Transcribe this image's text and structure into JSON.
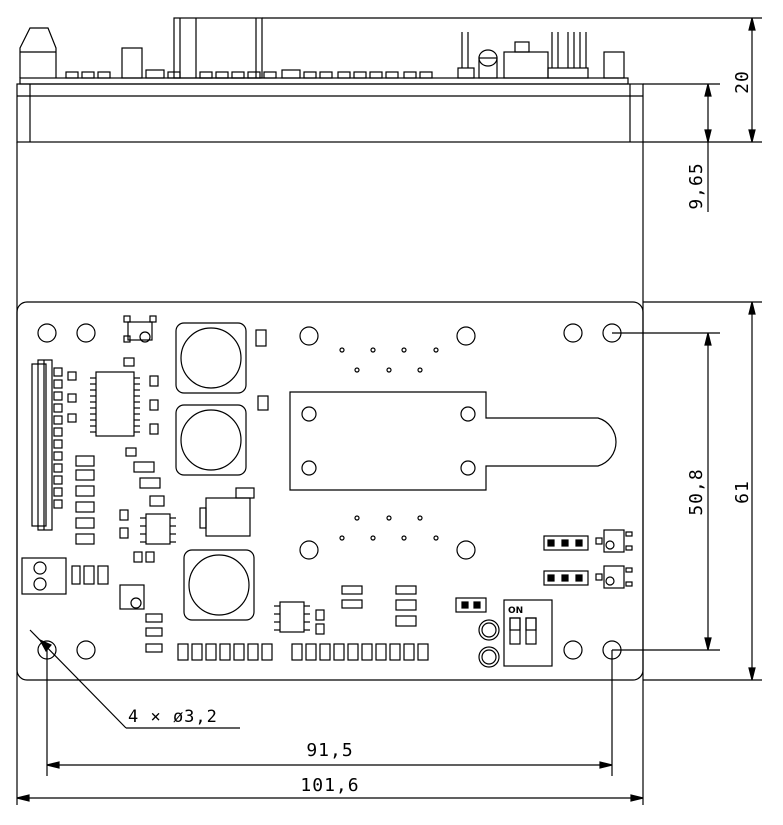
{
  "dimensions": {
    "height_total": "20",
    "offset_top": "9,65",
    "board_height": "61",
    "hole_pitch_vertical": "50,8",
    "hole_pitch_horizontal": "91,5",
    "board_width": "101,6",
    "hole_callout": "4 × ø3,2"
  },
  "switch": {
    "on_label": "ON"
  },
  "colors": {
    "line": "#000000",
    "background": "#ffffff"
  }
}
